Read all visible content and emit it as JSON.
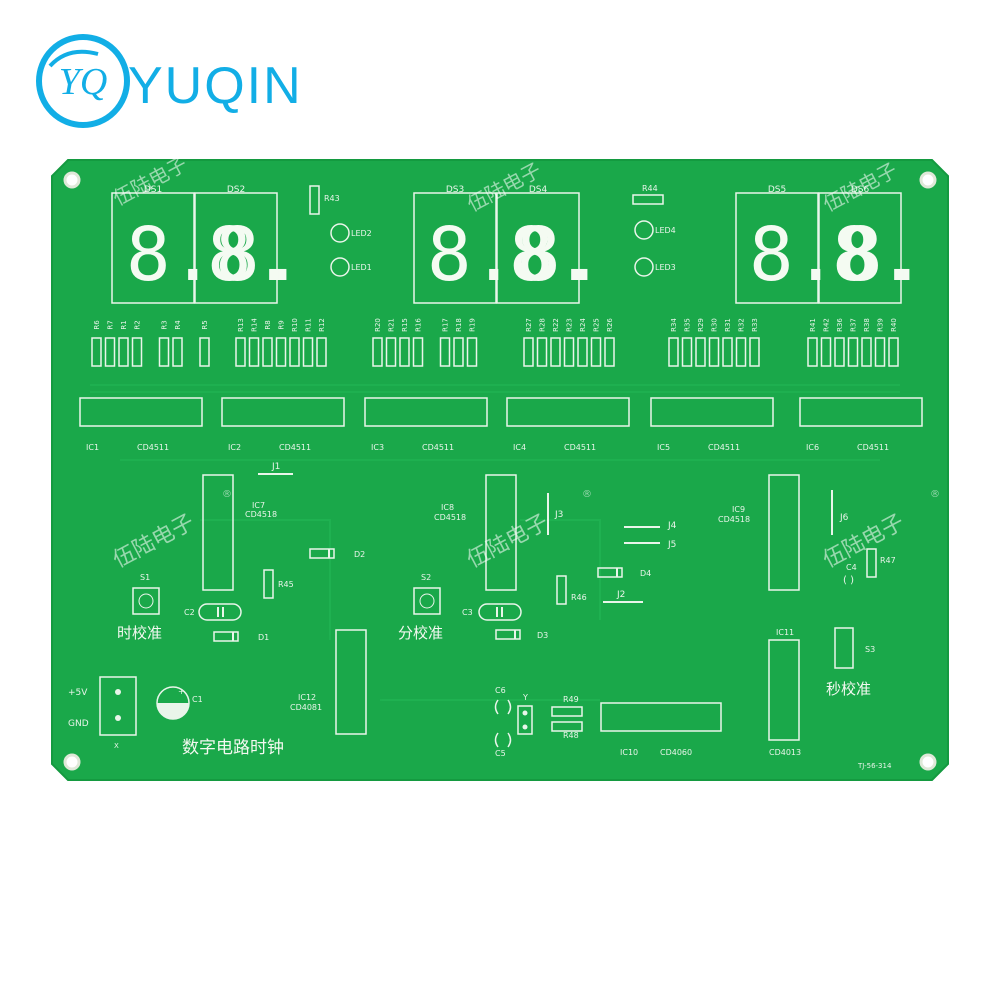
{
  "brand": {
    "monogram": "YQ",
    "name": "YUQIN",
    "color": "#12aee6"
  },
  "board": {
    "color": "#1aa84a",
    "silk_color": "#e9f5ea",
    "title": "数字电路时钟",
    "part_number": "TJ-56-314",
    "watermark": "伍陆电子",
    "displays": [
      {
        "label": "DS1",
        "digits": "8.8."
      },
      {
        "label": "DS2",
        "digits": ""
      },
      {
        "label": "DS3",
        "digits": "8.8."
      },
      {
        "label": "DS4",
        "digits": ""
      },
      {
        "label": "DS5",
        "digits": "8.8."
      },
      {
        "label": "DS6",
        "digits": ""
      }
    ],
    "decoders": [
      {
        "ref": "IC1",
        "part": "CD4511"
      },
      {
        "ref": "IC2",
        "part": "CD4511"
      },
      {
        "ref": "IC3",
        "part": "CD4511"
      },
      {
        "ref": "IC4",
        "part": "CD4511"
      },
      {
        "ref": "IC5",
        "part": "CD4511"
      },
      {
        "ref": "IC6",
        "part": "CD4511"
      }
    ],
    "resistor_groups": [
      [
        "R6",
        "R7",
        "R1",
        "R2",
        "R3",
        "R4",
        "R5"
      ],
      [
        "R13",
        "R14",
        "R8",
        "R9",
        "R10",
        "R11",
        "R12"
      ],
      [
        "R20",
        "R21",
        "R15",
        "R16",
        "R17",
        "R18",
        "R19"
      ],
      [
        "R27",
        "R28",
        "R22",
        "R23",
        "R24",
        "R25",
        "R26"
      ],
      [
        "R34",
        "R35",
        "R29",
        "R30",
        "R31",
        "R32",
        "R33"
      ],
      [
        "R41",
        "R42",
        "R36",
        "R37",
        "R38",
        "R39",
        "R40"
      ]
    ],
    "labels": {
      "r43": "R43",
      "r44": "R44",
      "led1": "LED1",
      "led2": "LED2",
      "led3": "LED3",
      "led4": "LED4",
      "j1": "J1",
      "j2": "J2",
      "j3": "J3",
      "j4": "J4",
      "j5": "J5",
      "j6": "J6",
      "ic7": "IC7",
      "ic7_part": "CD4518",
      "ic8": "IC8",
      "ic8_part": "CD4518",
      "ic9": "IC9",
      "ic9_part": "CD4518",
      "ic10": "IC10",
      "ic10_part": "CD4060",
      "ic11": "IC11",
      "ic11_part": "CD4013",
      "ic12": "IC12",
      "ic12_part": "CD4081",
      "d1": "D1",
      "d2": "D2",
      "d3": "D3",
      "d4": "D4",
      "c1": "C1",
      "c2": "C2",
      "c3": "C3",
      "c4": "C4",
      "c5": "C5",
      "c6": "C6",
      "r45": "R45",
      "r46": "R46",
      "r47": "R47",
      "r48": "R48",
      "r49": "R49",
      "s1": "S1",
      "s2": "S2",
      "s3": "S3",
      "y": "Y",
      "x": "X",
      "plus5v": "+5V",
      "gnd": "GND",
      "hour_adjust": "时校准",
      "minute_adjust": "分校准",
      "second_adjust": "秒校准",
      "registered": "®"
    }
  }
}
